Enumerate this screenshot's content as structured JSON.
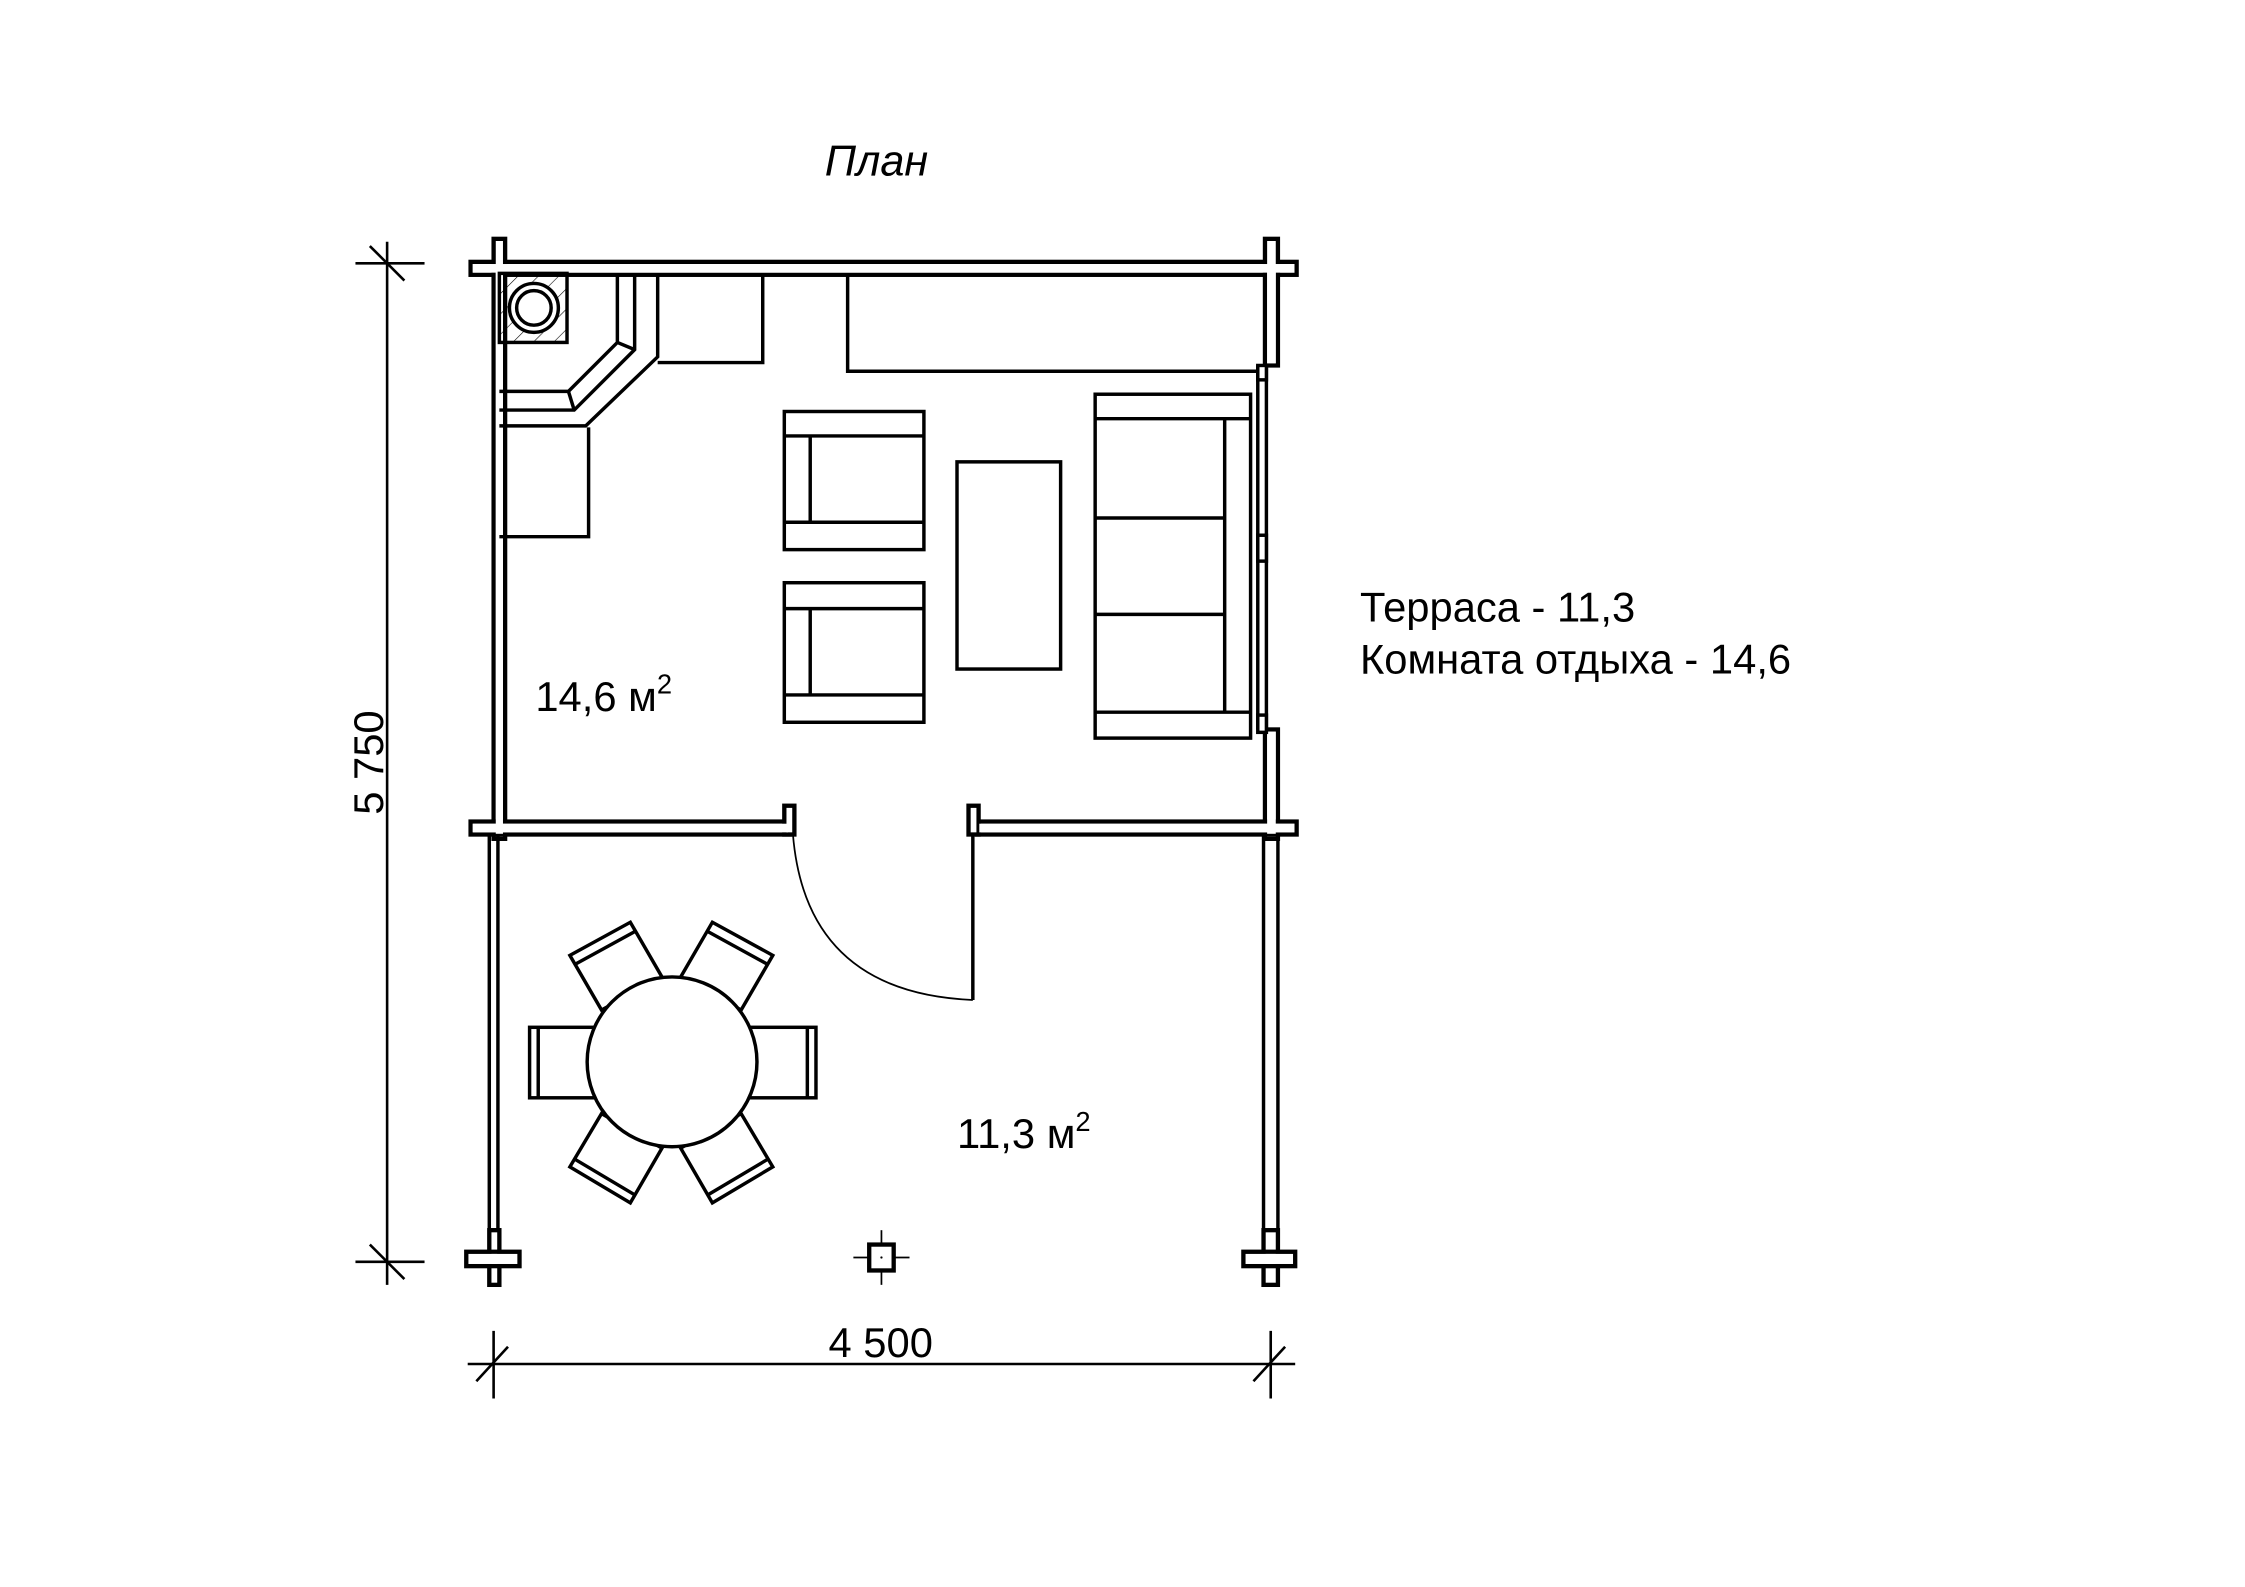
{
  "title": "План",
  "dimensions": {
    "height": "5 750",
    "width": "4 500"
  },
  "rooms": [
    {
      "area": "14,6",
      "unit": "м",
      "exp": "2"
    },
    {
      "area": "11,3",
      "unit": "м",
      "exp": "2"
    }
  ],
  "legend": [
    "Терраса - 11,3",
    "Комната отдыха - 14,6"
  ],
  "colors": {
    "line": "#000000",
    "background": "#ffffff"
  }
}
